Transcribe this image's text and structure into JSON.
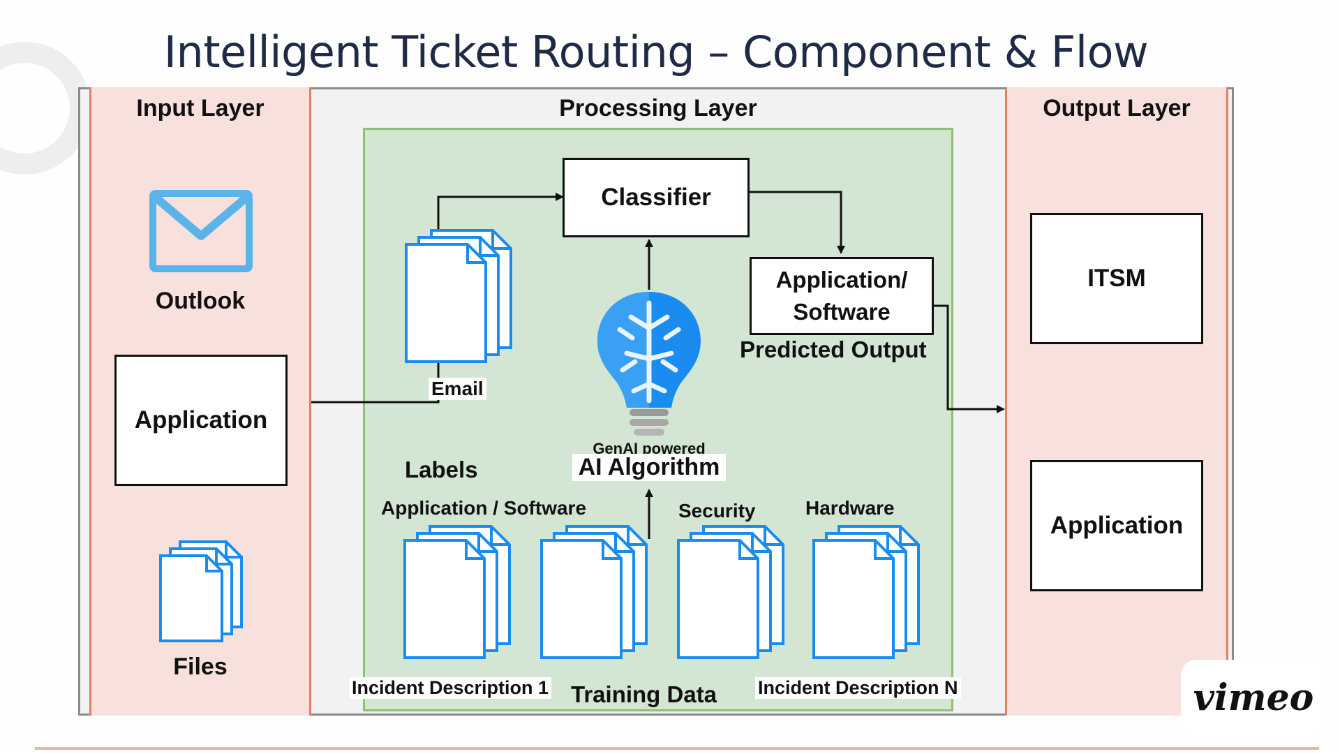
{
  "title": "Intelligent Ticket Routing – Component & Flow",
  "layers": {
    "input": {
      "title": "Input Layer",
      "outlook_label": "Outlook",
      "application_label": "Application",
      "files_label": "Files"
    },
    "processing": {
      "title": "Processing Layer",
      "classifier_label": "Classifier",
      "email_label": "Email",
      "predicted_box_line1": "Application/",
      "predicted_box_line2": "Software",
      "predicted_output_label": "Predicted Output",
      "genai_small": "GenAI powered",
      "ai_algorithm": "AI Algorithm",
      "labels_heading": "Labels",
      "label_app_software": "Application / Software",
      "label_security": "Security",
      "label_hardware": "Hardware",
      "incident_desc_1": "Incident Description 1",
      "training_data": "Training Data",
      "incident_desc_n": "Incident Description N"
    },
    "output": {
      "title": "Output Layer",
      "itsm_label": "ITSM",
      "application_label": "Application"
    }
  },
  "watermark": "vimeo",
  "colors": {
    "title": "#1f2b45",
    "layer_fill": "#f8e1dc",
    "layer_border": "#e0806c",
    "processing_fill": "#d3e5d3",
    "processing_border": "#8fbf72",
    "icon_blue": "#1a8cf0",
    "outlook_blue": "#5ab4ea"
  }
}
